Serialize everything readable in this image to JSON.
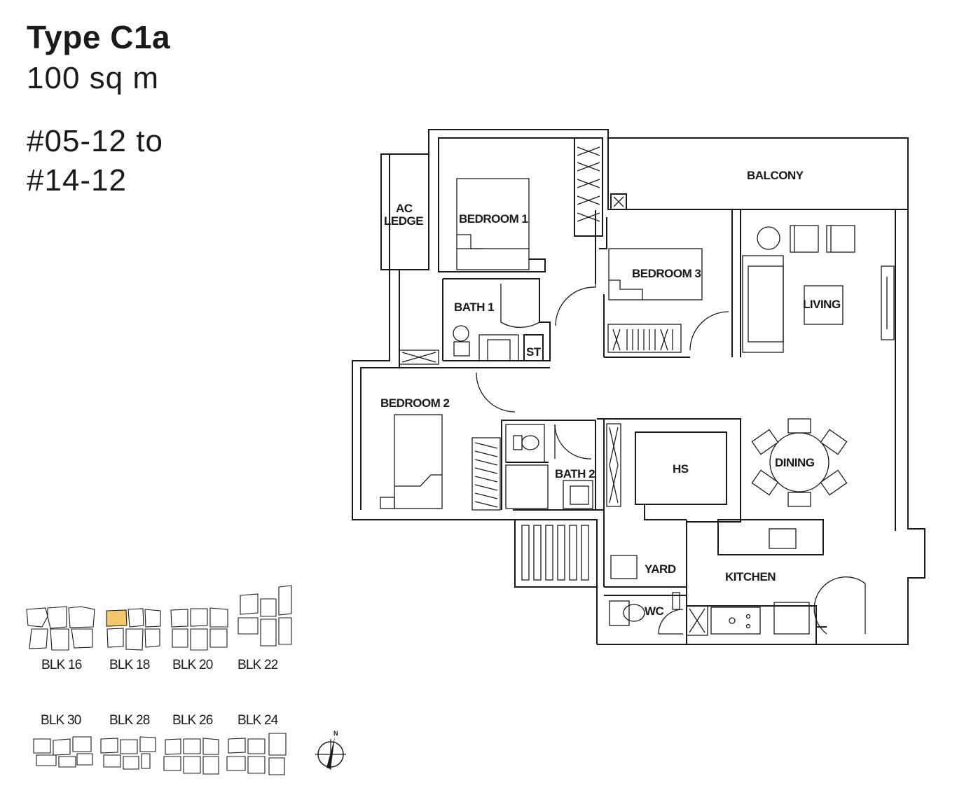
{
  "header": {
    "type": "Type C1a",
    "area": "100 sq m",
    "units_line1": "#05-12 to",
    "units_line2": "#14-12"
  },
  "rooms": {
    "balcony": "BALCONY",
    "ac_ledge_1": "AC",
    "ac_ledge_2": "LEDGE",
    "bedroom1": "BEDROOM 1",
    "bedroom2": "BEDROOM 2",
    "bedroom3": "BEDROOM 3",
    "bath1": "BATH 1",
    "bath2": "BATH 2",
    "st": "ST",
    "living": "LIVING",
    "dining": "DINING",
    "hs": "HS",
    "yard": "YARD",
    "kitchen": "KITCHEN",
    "wc": "WC"
  },
  "blocks": {
    "top_row": [
      "BLK 16",
      "BLK 18",
      "BLK 20",
      "BLK 22"
    ],
    "bottom_row": [
      "BLK 30",
      "BLK 28",
      "BLK 26",
      "BLK 24"
    ],
    "highlighted": "BLK 18",
    "highlight_color": "#f2c86a"
  },
  "compass": {
    "north_label": "N"
  }
}
